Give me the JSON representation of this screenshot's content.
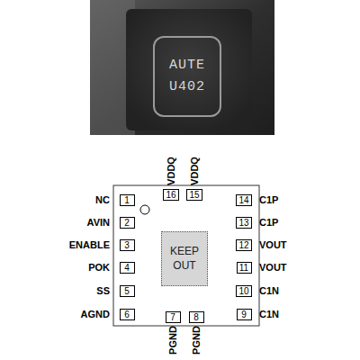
{
  "diagram": {
    "nodes": [
      {
        "text": [
          "AUTE U402"
        ]
      },
      {
        "text": [
          "16"
        ]
      },
      {
        "text": [
          "15"
        ]
      },
      {
        "text": [
          "1"
        ]
      },
      {
        "text": [
          "14"
        ]
      },
      {
        "text": [
          "2"
        ]
      },
      {
        "text": [
          "13"
        ]
      },
      {
        "text": [
          "3"
        ]
      },
      {
        "text": [
          "12"
        ]
      },
      {
        "text": [
          "KEEP OUT"
        ]
      },
      {
        "text": [
          "4"
        ]
      },
      {
        "text": [
          "11"
        ]
      },
      {
        "text": [
          "5"
        ]
      },
      {
        "text": [
          "10"
        ]
      },
      {
        "text": [
          "6"
        ]
      },
      {
        "text": [
          "9"
        ]
      },
      {
        "text": [
          "7"
        ]
      },
      {
        "text": [
          "8"
        ]
      }
    ],
    "edges": [],
    "labels": [
      "VDDQ",
      "VDDQ",
      "NC",
      "C1P",
      "AVIN",
      "C1P",
      "ENABLE",
      "VOUT",
      "POK",
      "VOUT",
      "SS",
      "C1N",
      "AGND",
      "C1N",
      "PGND",
      "PGND"
    ]
  }
}
